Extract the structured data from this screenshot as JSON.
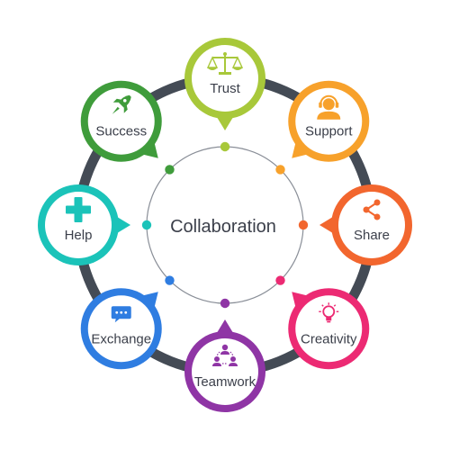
{
  "diagram": {
    "center_label": "Collaboration",
    "colors": {
      "ring": "#444b55",
      "inner_circle": "#8a8f98",
      "text": "#3b3f4a"
    },
    "nodes": [
      {
        "name": "trust",
        "label": "Trust",
        "color": "#a8c83a",
        "icon": "balance-scale-icon"
      },
      {
        "name": "support",
        "label": "Support",
        "color": "#f7a12b",
        "icon": "support-agent-icon"
      },
      {
        "name": "share",
        "label": "Share",
        "color": "#f2662e",
        "icon": "share-icon"
      },
      {
        "name": "creativity",
        "label": "Creativity",
        "color": "#ec2a73",
        "icon": "lightbulb-icon"
      },
      {
        "name": "teamwork",
        "label": "Teamwork",
        "color": "#8f35a5",
        "icon": "teamwork-icon"
      },
      {
        "name": "exchange",
        "label": "Exchange",
        "color": "#2f7de1",
        "icon": "chat-bubble-icon"
      },
      {
        "name": "help",
        "label": "Help",
        "color": "#1bc3b9",
        "icon": "plus-icon"
      },
      {
        "name": "success",
        "label": "Success",
        "color": "#3f9c3b",
        "icon": "rocket-icon"
      }
    ]
  }
}
